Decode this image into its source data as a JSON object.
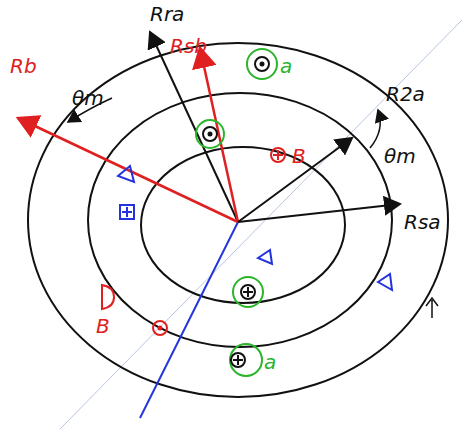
{
  "diagram": {
    "labels": [
      "Rra",
      "Rb",
      "Rsb",
      "θm",
      "R2a",
      "θm",
      "Rsa",
      "B",
      "B",
      "a",
      "a"
    ]
  }
}
